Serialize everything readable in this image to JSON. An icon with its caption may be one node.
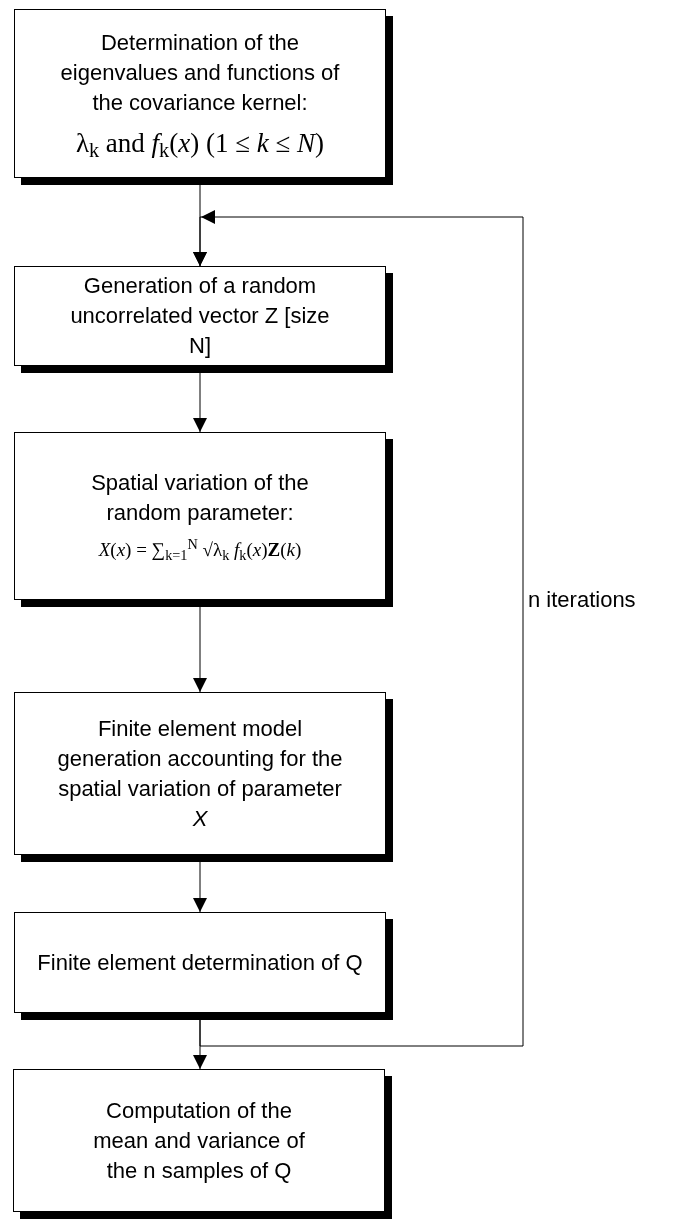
{
  "diagram": {
    "nodes": [
      {
        "text": [
          "Determination of the eigenvalues and functions of the covariance kernel:",
          "λ$_{k}$ and *f*$_{k}$(*x*) (1 ≤ *k* ≤ *N*)"
        ]
      },
      {
        "text": [
          "Generation of a random uncorrelated vector Z [size N]"
        ]
      },
      {
        "text": [
          "Spatial variation of the random parameter:",
          "*X*(*x*) = ∑$_{k=1}$$^{N}$ √λ$_{k}$ *f*$_{k}$(*x*)**Z**(*k*)"
        ]
      },
      {
        "text": [
          "Finite element model generation accounting for the spatial variation of parameter *X*"
        ]
      },
      {
        "text": [
          "Finite element determination of Q"
        ]
      },
      {
        "text": [
          "Computation of the mean and variance of the n samples of Q"
        ]
      }
    ],
    "edges": [
      {
        "from": 0,
        "to": 1,
        "arrow": "to"
      },
      {
        "from": 1,
        "to": 2,
        "arrow": "to"
      },
      {
        "from": 2,
        "to": 3,
        "arrow": "to"
      },
      {
        "from": 3,
        "to": 4,
        "arrow": "to"
      },
      {
        "from": 4,
        "to": 5,
        "arrow": "to"
      },
      {
        "from": 4,
        "to": 1,
        "arrow": "to",
        "label": "n iterations"
      }
    ]
  }
}
